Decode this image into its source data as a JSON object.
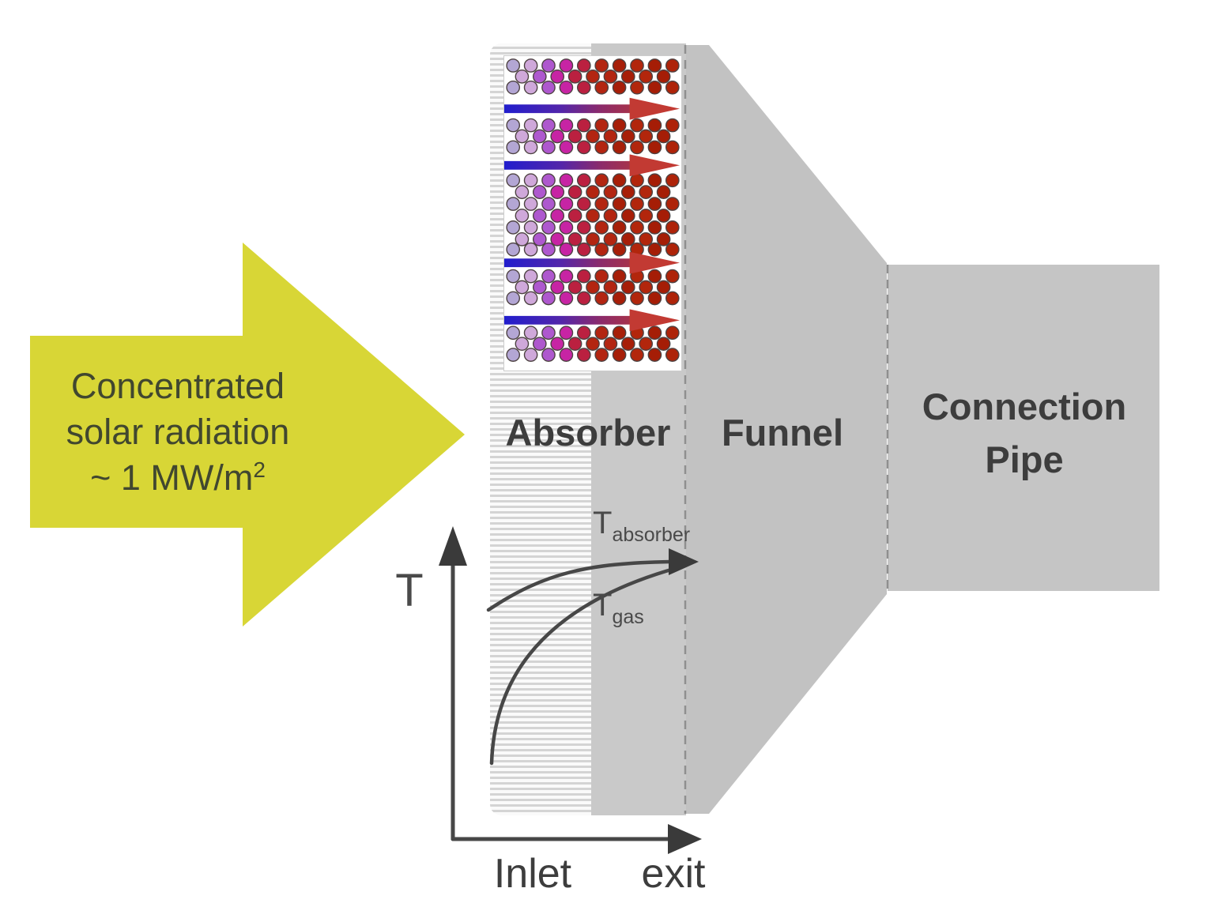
{
  "solar_arrow": {
    "line1": "Concentrated",
    "line2": "solar radiation",
    "line3": "~ 1 MW/m",
    "exponent": "2",
    "color": "#d8d636",
    "text_color": "#41472f"
  },
  "sections": {
    "absorber": {
      "label": "Absorber",
      "gray": "#c9c9c9",
      "stripe_color": "#d4d4d4",
      "stripe_bg": "#fafafa"
    },
    "funnel": {
      "label": "Funnel",
      "color": "#c2c2c2"
    },
    "connection_pipe": {
      "label_line1": "Connection",
      "label_line2": "Pipe",
      "color": "#c5c5c5"
    },
    "label_color": "#3d3d3d",
    "divider_color": "#8f8f8f"
  },
  "inset": {
    "background": "#ffffff",
    "border_color": "#cccccc",
    "particle_columns": [
      "#b3a6d4",
      "#cfa8da",
      "#ae58ce",
      "#c724a4",
      "#bb2040",
      "#b32511",
      "#a71e08",
      "#b2260c",
      "#a51d06",
      "#ae2309"
    ],
    "particle_stroke": "#4d4242",
    "row_bands": [
      [
        12,
        26,
        40
      ],
      [
        88,
        102,
        116
      ],
      [
        158,
        173,
        188,
        203,
        218,
        233,
        246
      ],
      [
        280,
        294,
        308
      ],
      [
        352,
        366,
        380
      ]
    ],
    "flow_arrows": {
      "y_positions": [
        67,
        139,
        263,
        336
      ],
      "blue": "#1d1dd0",
      "mid1": "#5226ab",
      "mid2": "#8c2b6b",
      "end": "#aa3347",
      "head": "#c23a33"
    }
  },
  "graph": {
    "axis_color": "#474747",
    "curve_color": "#474747",
    "text_color": "#4a4a4a",
    "y_label": "T",
    "x_label_left": "Inlet",
    "x_label_right": "exit",
    "curve1": {
      "main": "T",
      "sub": "absorber"
    },
    "curve2": {
      "main": "T",
      "sub": "gas"
    }
  }
}
